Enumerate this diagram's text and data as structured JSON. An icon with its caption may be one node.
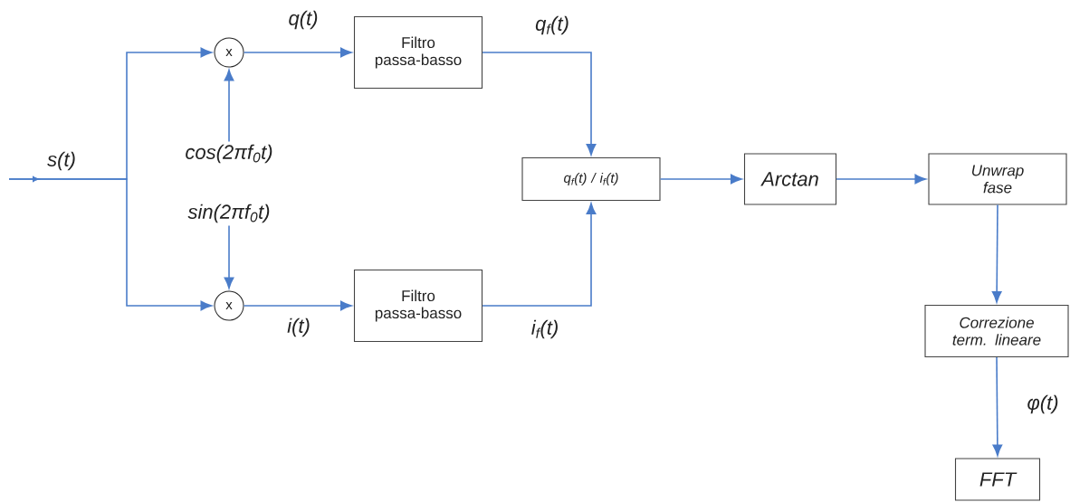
{
  "diagram": {
    "nodes": [
      {
        "text": [
          "x"
        ]
      },
      {
        "text": [
          "x"
        ]
      },
      {
        "text": [
          "Filtro passa-basso"
        ]
      },
      {
        "text": [
          "Filtro passa-basso"
        ]
      },
      {
        "text": [
          "q$_{f}$(t) / i$_{f}$(t)"
        ]
      },
      {
        "text": [
          "Arctan"
        ]
      },
      {
        "text": [
          "Unwrap fase"
        ]
      },
      {
        "text": [
          "Correzione term. lineare"
        ]
      },
      {
        "text": [
          "FFT"
        ]
      },
      {
        "text": [
          "cos(2πf$_{0}$t)"
        ]
      },
      {
        "text": [
          "sin(2πf$_{0}$t)"
        ]
      }
    ],
    "edges": [
      {
        "from": null,
        "to": 0,
        "arrow": "to",
        "label": "s(t)"
      },
      {
        "from": null,
        "to": 1,
        "arrow": "to"
      },
      {
        "from": 9,
        "to": 0,
        "arrow": "to"
      },
      {
        "from": 10,
        "to": 1,
        "arrow": "to"
      },
      {
        "from": 0,
        "to": 2,
        "arrow": "to",
        "label": "q(t)"
      },
      {
        "from": 1,
        "to": 3,
        "arrow": "to",
        "label": "i(t)"
      },
      {
        "from": 2,
        "to": 4,
        "arrow": "to",
        "label": "q$_{f}$(t)"
      },
      {
        "from": 3,
        "to": 4,
        "arrow": "to",
        "label": "i$_{f}$(t)"
      },
      {
        "from": 4,
        "to": 5,
        "arrow": "to"
      },
      {
        "from": 5,
        "to": 6,
        "arrow": "to"
      },
      {
        "from": 6,
        "to": 7,
        "arrow": "to"
      },
      {
        "from": 7,
        "to": 8,
        "arrow": "to",
        "label": "φ(t)"
      }
    ]
  }
}
